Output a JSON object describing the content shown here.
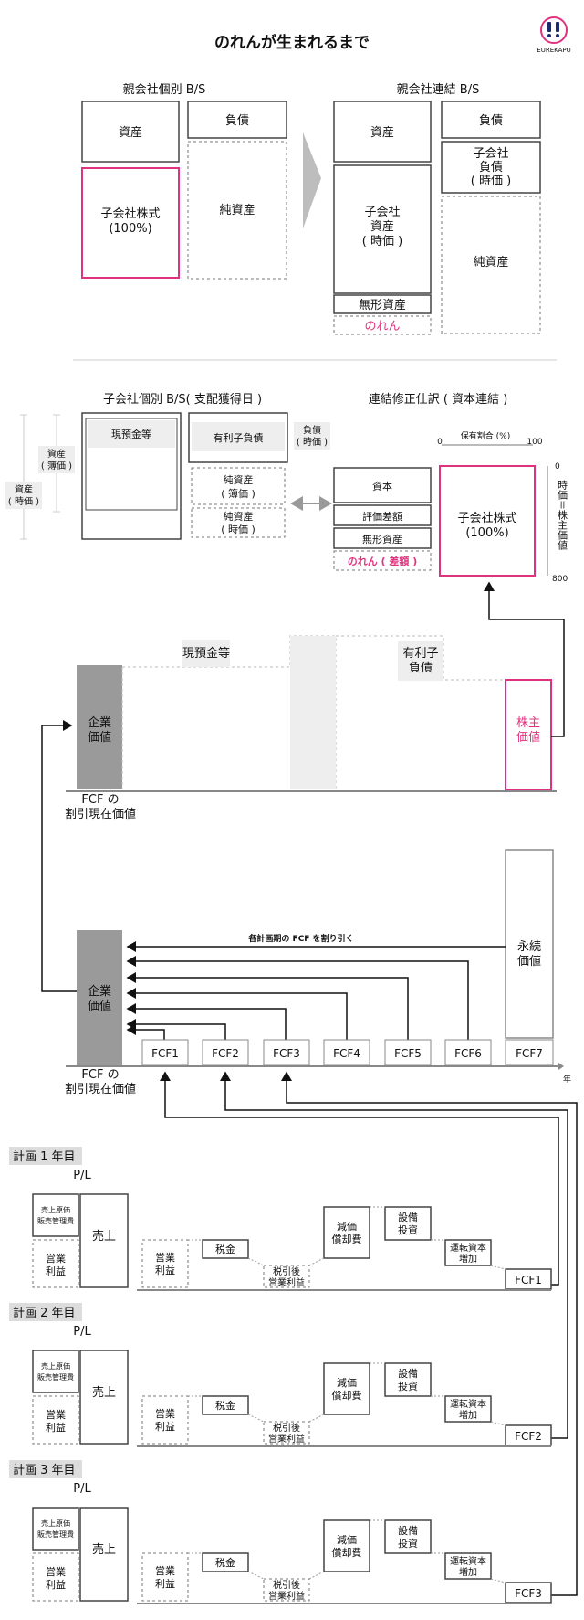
{
  "title": "のれんが生まれるまで",
  "logo_text": "EUREKAPU",
  "sec1": {
    "left_title": "親会社個別 B/S",
    "right_title": "親会社連結 B/S",
    "asset": "資産",
    "liab": "負債",
    "sub_stock": [
      "子会社株式",
      "(100%)"
    ],
    "net_assets": "純資産",
    "sub_liab": [
      "子会社",
      "負債",
      "( 時価 )"
    ],
    "sub_asset": [
      "子会社",
      "資産",
      "( 時価 )"
    ],
    "intangible": "無形資産",
    "goodwill": "のれん"
  },
  "sec2": {
    "left_title": "子会社個別 B/S( 支配獲得日 )",
    "right_title": "連結修正仕訳 ( 資本連結 )",
    "asset_book": [
      "資産",
      "( 簿価 )"
    ],
    "asset_fair": [
      "資産",
      "( 時価 )"
    ],
    "cash": "現預金等",
    "debt": "有利子負債",
    "liab_fair": [
      "負債",
      "( 時価 )"
    ],
    "net_book": [
      "純資産",
      "( 簿価 )"
    ],
    "net_fair": [
      "純資産",
      "( 時価 )"
    ],
    "capital": "資本",
    "valuation_diff": "評価差額",
    "intangible": "無形資産",
    "goodwill_diff": "のれん ( 差額 )",
    "sub_stock": [
      "子会社株式",
      "(100%)"
    ],
    "ownership_label": "保有割合 (%)",
    "ownership_min": "0",
    "ownership_max": "100",
    "price_top": "0",
    "price_bottom": "800",
    "price_label": "時価＝株主価値"
  },
  "sec3": {
    "ev": [
      "企業",
      "価値"
    ],
    "cash": "現預金等",
    "debt": [
      "有利子",
      "負債"
    ],
    "equity": [
      "株主",
      "価値"
    ],
    "pv_label": [
      "FCF の",
      "割引現在価値"
    ]
  },
  "sec4": {
    "ev": [
      "企業",
      "価値"
    ],
    "discount_note": "各計画期の FCF を割り引く",
    "terminal": [
      "永続",
      "価値"
    ],
    "fcf": [
      "FCF1",
      "FCF2",
      "FCF3",
      "FCF4",
      "FCF5",
      "FCF6",
      "FCF7"
    ],
    "year": "年",
    "pv_label": [
      "FCF の",
      "割引現在価値"
    ]
  },
  "plans": [
    {
      "title": "計画 1 年目",
      "fcf": "FCF1"
    },
    {
      "title": "計画 2 年目",
      "fcf": "FCF2"
    },
    {
      "title": "計画 3 年目",
      "fcf": "FCF3"
    }
  ],
  "plan_common": {
    "pl": "P/L",
    "cogs": [
      "売上原価",
      "販売管理費"
    ],
    "op_income": [
      "営業",
      "利益"
    ],
    "sales": "売上",
    "tax": "税金",
    "after_tax": [
      "税引後",
      "営業利益"
    ],
    "dep": [
      "減価",
      "償却費"
    ],
    "capex": [
      "設備",
      "投資"
    ],
    "wc": [
      "運転資本",
      "増加"
    ]
  },
  "colors": {
    "accent": "#e0337f",
    "gray": "#9a9a9a",
    "light": "#eeeeee",
    "navy": "#1a2a6c"
  }
}
